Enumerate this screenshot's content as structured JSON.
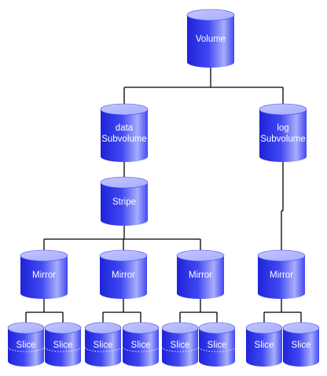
{
  "diagram": {
    "colors": {
      "body_dark": "#1e24d8",
      "body_mid": "#4048f2",
      "body_light": "#a8adfb",
      "top": "#c2c6ff",
      "connector": "#000000",
      "label": "#ffffff"
    },
    "nodes": [
      {
        "id": "volume",
        "lines": [
          "Volume"
        ]
      },
      {
        "id": "data-subvolume",
        "lines": [
          "data",
          "Subvolume"
        ]
      },
      {
        "id": "log-subvolume",
        "lines": [
          "log",
          "Subvolume"
        ]
      },
      {
        "id": "stripe",
        "lines": [
          "Stripe"
        ]
      },
      {
        "id": "mirror-1",
        "lines": [
          "Mirror"
        ]
      },
      {
        "id": "mirror-2",
        "lines": [
          "Mirror"
        ]
      },
      {
        "id": "mirror-3",
        "lines": [
          "Mirror"
        ]
      },
      {
        "id": "mirror-4",
        "lines": [
          "Mirror"
        ]
      },
      {
        "id": "slice-1",
        "lines": [
          "Slice"
        ]
      },
      {
        "id": "slice-2",
        "lines": [
          "Slice"
        ]
      },
      {
        "id": "slice-3",
        "lines": [
          "Slice"
        ]
      },
      {
        "id": "slice-4",
        "lines": [
          "Slice"
        ]
      },
      {
        "id": "slice-5",
        "lines": [
          "Slice"
        ]
      },
      {
        "id": "slice-6",
        "lines": [
          "Slice"
        ]
      },
      {
        "id": "slice-7",
        "lines": [
          "Slice"
        ]
      },
      {
        "id": "slice-8",
        "lines": [
          "Slice"
        ]
      }
    ],
    "edges": [
      {
        "from": "volume",
        "to": "data-subvolume"
      },
      {
        "from": "volume",
        "to": "log-subvolume"
      },
      {
        "from": "data-subvolume",
        "to": "stripe"
      },
      {
        "from": "stripe",
        "to": "mirror-1"
      },
      {
        "from": "stripe",
        "to": "mirror-2"
      },
      {
        "from": "stripe",
        "to": "mirror-3"
      },
      {
        "from": "log-subvolume",
        "to": "mirror-4"
      },
      {
        "from": "mirror-1",
        "to": "slice-1"
      },
      {
        "from": "mirror-1",
        "to": "slice-2"
      },
      {
        "from": "mirror-2",
        "to": "slice-3"
      },
      {
        "from": "mirror-2",
        "to": "slice-4"
      },
      {
        "from": "mirror-3",
        "to": "slice-5"
      },
      {
        "from": "mirror-3",
        "to": "slice-6"
      },
      {
        "from": "mirror-4",
        "to": "slice-7"
      },
      {
        "from": "mirror-4",
        "to": "slice-8"
      }
    ]
  }
}
